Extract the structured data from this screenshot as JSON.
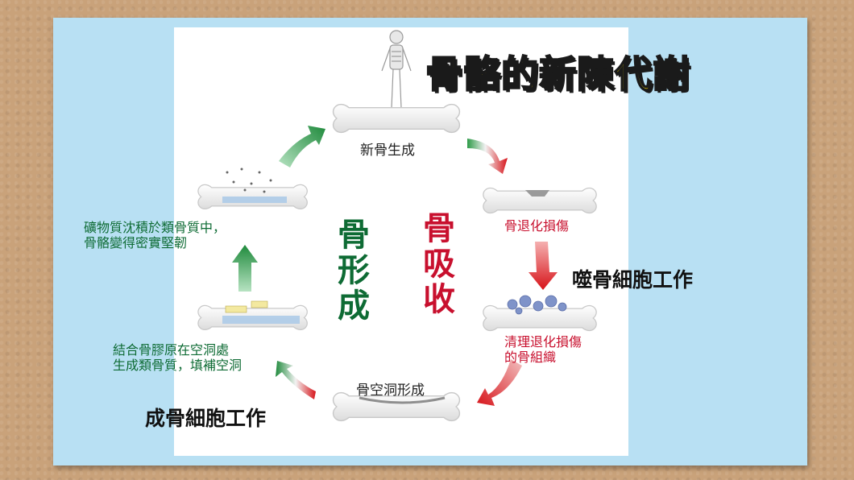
{
  "title": "骨骼的新陳代謝",
  "stages": {
    "new_bone": "新骨生成",
    "bone_cavity": "骨空洞形成"
  },
  "resorption": {
    "center": "骨吸收",
    "degeneration": "骨退化損傷",
    "clear_line1": "清理退化損傷",
    "clear_line2": "的骨組織",
    "worker": "噬骨細胞工作"
  },
  "formation": {
    "center": "骨形成",
    "collagen_line1": "結合骨膠原在空洞處",
    "collagen_line2": "生成類骨質，填補空洞",
    "mineral_line1": "礦物質沈積於類骨質中，",
    "mineral_line2": "骨骼變得密實堅韌",
    "worker": "成骨細胞工作"
  },
  "colors": {
    "resorption_red": "#c8102e",
    "formation_green": "#0e6b34",
    "title_yellow": "#ffe000",
    "background_blue": "#b8e0f3"
  },
  "icons": [
    "skeleton-icon",
    "bone-icon",
    "arrow-icon"
  ]
}
